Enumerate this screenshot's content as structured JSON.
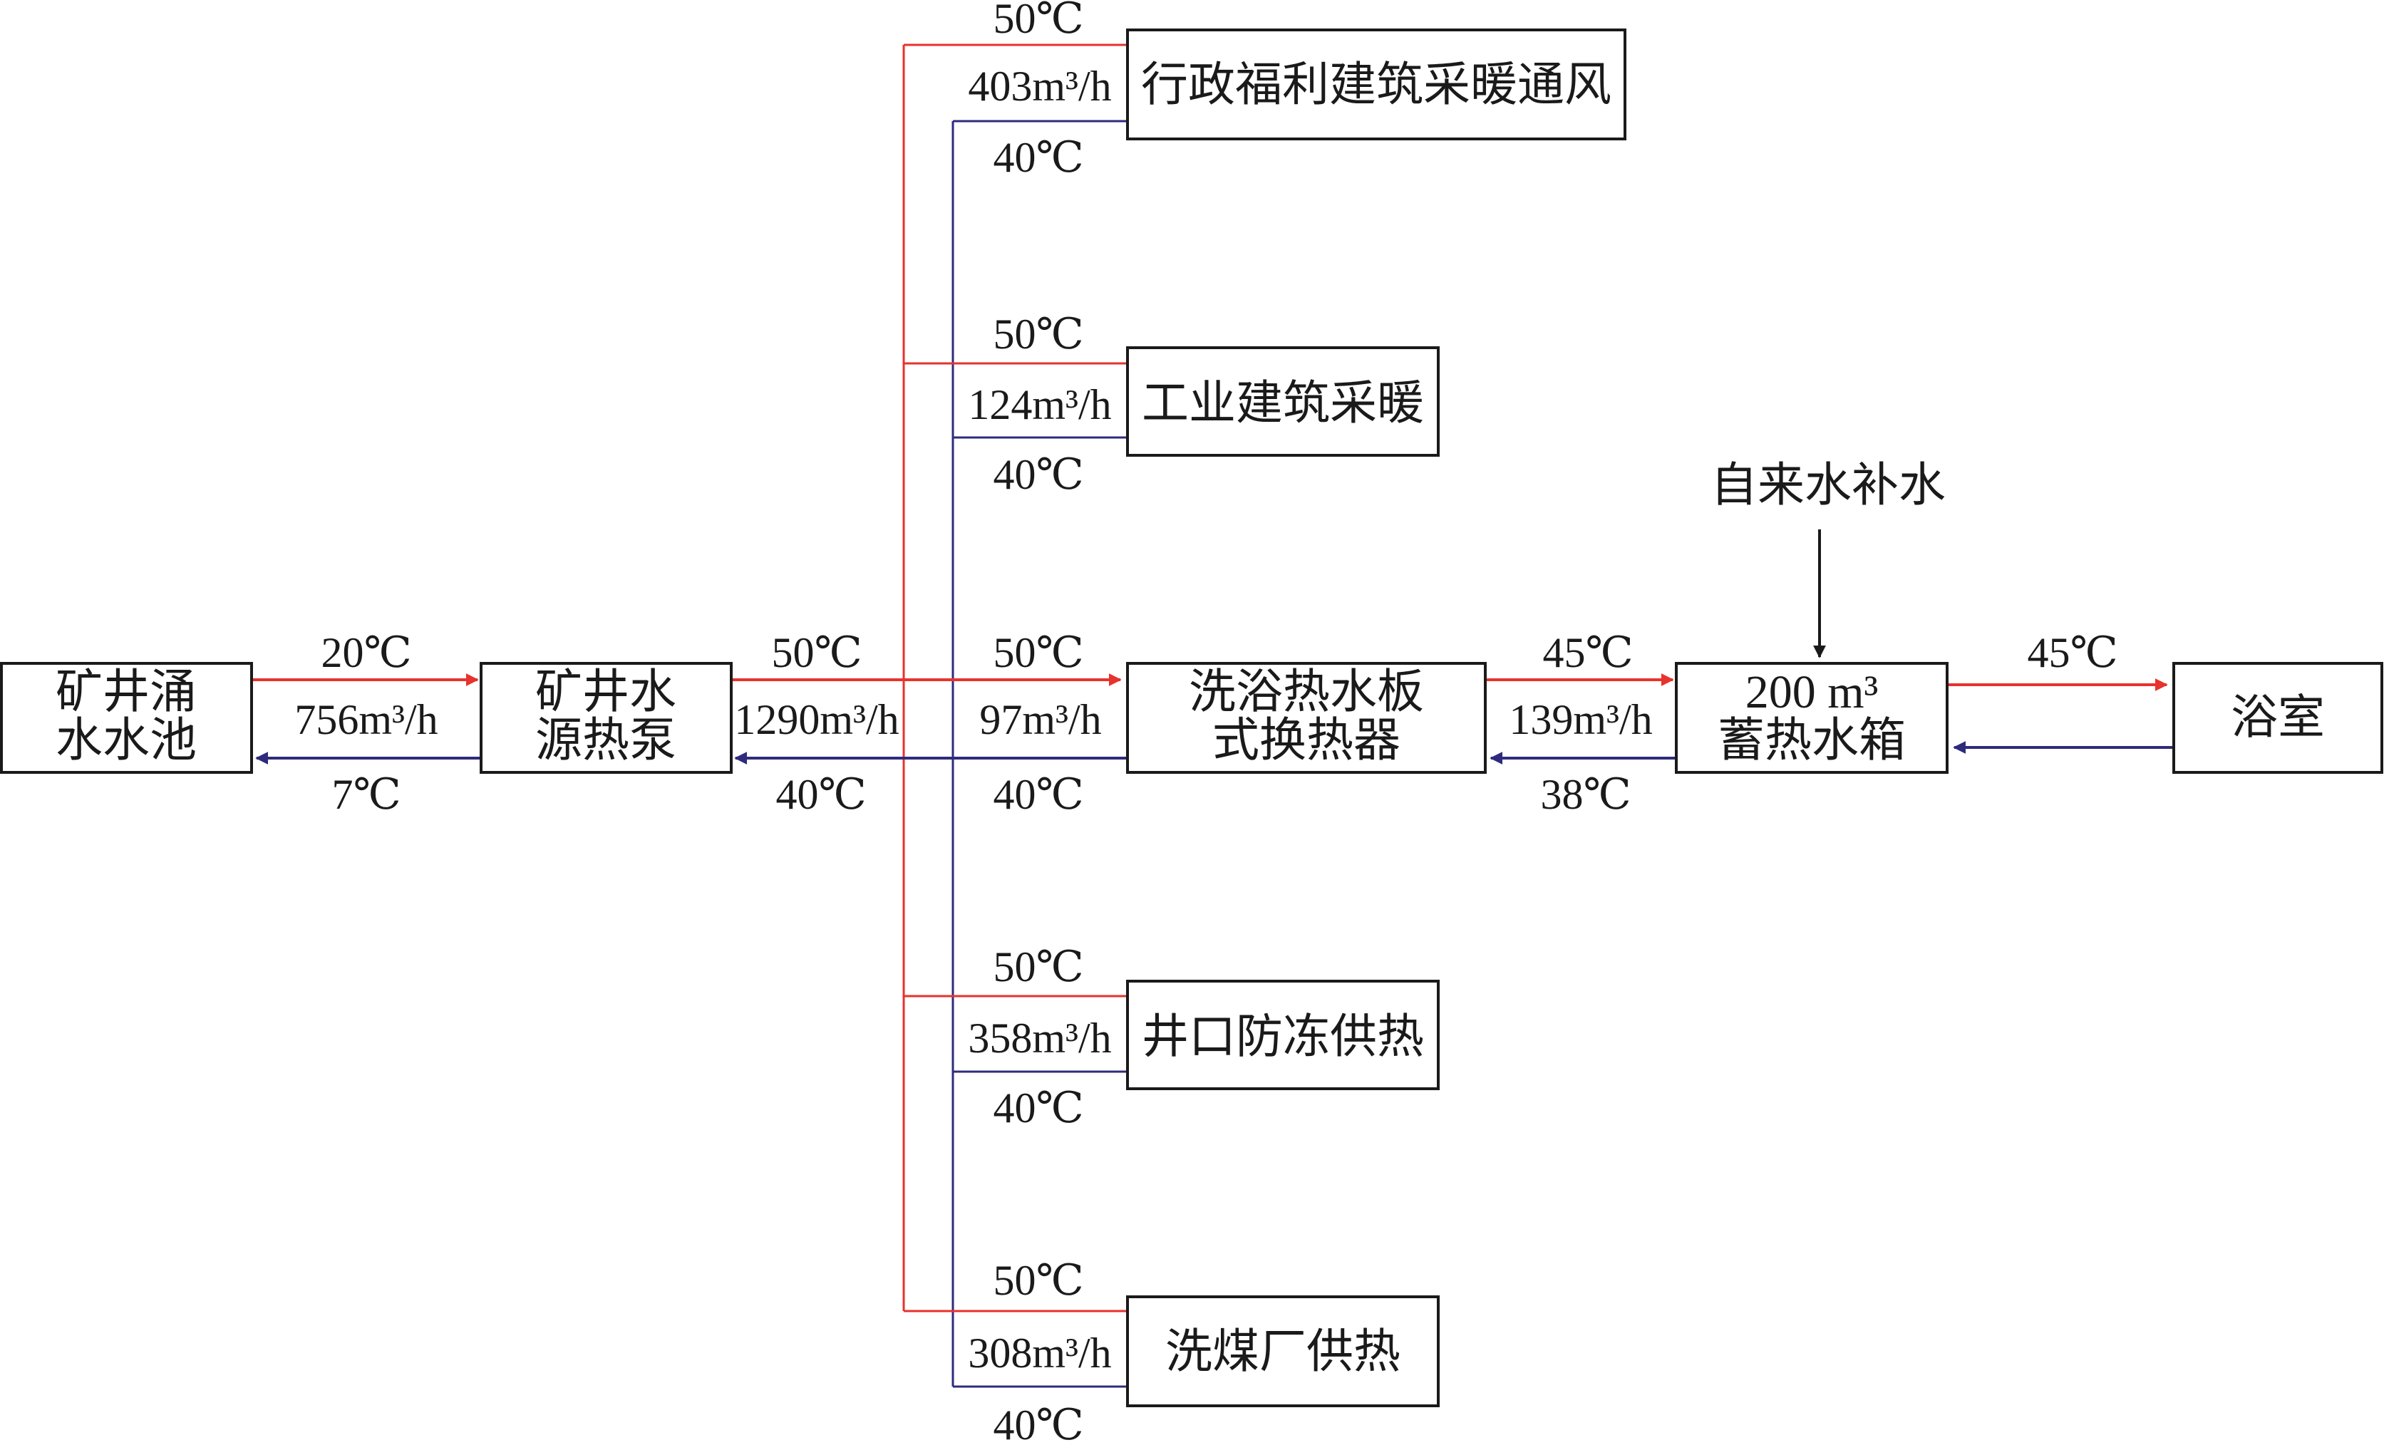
{
  "colors": {
    "supply": "#e8322d",
    "return": "#2e2b7d",
    "box_border": "#1a1a1a",
    "arrow_black": "#1a1a1a"
  },
  "nodes": {
    "pool": [
      "矿井涌",
      "水水池"
    ],
    "heat_pump": [
      "矿井水",
      "源热泵"
    ],
    "admin": "行政福利建筑采暖通风",
    "industrial": "工业建筑采暖",
    "exchanger": [
      "洗浴热水板",
      "式换热器"
    ],
    "tank": [
      "200 m³",
      "蓄热水箱"
    ],
    "bathroom": "浴室",
    "wellhead": "井口防冻供热",
    "coal_plant": "洗煤厂供热",
    "tap_water": "自来水补水"
  },
  "labels": {
    "pool_hp": {
      "supply_temp": "20℃",
      "flow": "756m³/h",
      "return_temp": "7℃"
    },
    "hp_out": {
      "supply_temp": "50℃",
      "flow": "1290m³/h",
      "return_temp": "40℃"
    },
    "admin": {
      "supply_temp": "50℃",
      "flow": "403m³/h",
      "return_temp": "40℃"
    },
    "industrial": {
      "supply_temp": "50℃",
      "flow": "124m³/h",
      "return_temp": "40℃"
    },
    "exchanger": {
      "supply_temp": "50℃",
      "flow": "97m³/h",
      "return_temp": "40℃"
    },
    "tank_in": {
      "supply_temp": "45℃",
      "flow": "139m³/h",
      "return_temp": "38℃"
    },
    "bath": {
      "supply_temp": "45℃"
    },
    "wellhead": {
      "supply_temp": "50℃",
      "flow": "358m³/h",
      "return_temp": "40℃"
    },
    "coal_plant": {
      "supply_temp": "50℃",
      "flow": "308m³/h",
      "return_temp": "40℃"
    }
  }
}
